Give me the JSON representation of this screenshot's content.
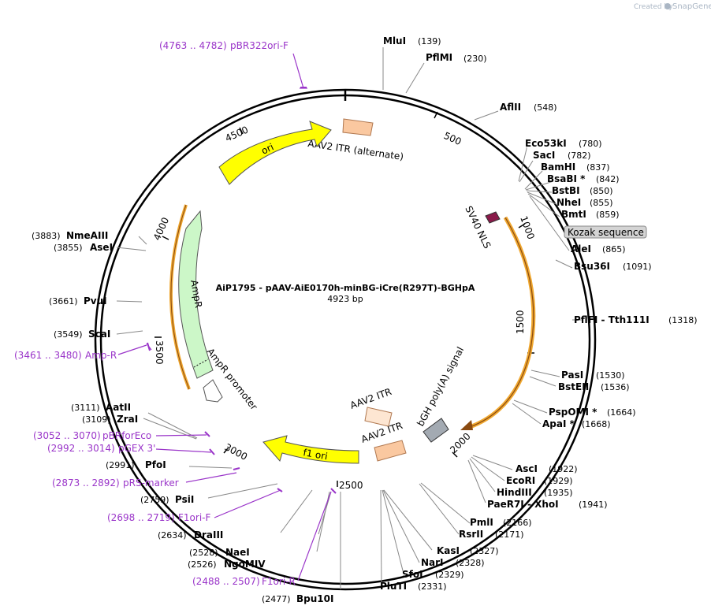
{
  "credit": {
    "prefix": "Created by",
    "app": "SnapGene"
  },
  "plasmid": {
    "name": "AiP1795 - pAAV-AiE0170h-minBG-iCre(R297T)-BGHpA",
    "length": "4923 bp",
    "length_bp": 4923
  },
  "ticks": [
    "500",
    "1000",
    "1500",
    "2000",
    "2500",
    "3000",
    "3500",
    "4000",
    "4500"
  ],
  "sites": [
    {
      "name": "MluI",
      "pos": "(139)"
    },
    {
      "name": "PflMI",
      "pos": "(230)"
    },
    {
      "name": "AflII",
      "pos": "(548)"
    },
    {
      "name": "Eco53kI",
      "pos": "(780)"
    },
    {
      "name": "SacI",
      "pos": "(782)"
    },
    {
      "name": "BamHI",
      "pos": "(837)"
    },
    {
      "name": "BsaBI *",
      "pos": "(842)"
    },
    {
      "name": "BstBI",
      "pos": "(850)"
    },
    {
      "name": "NheI",
      "pos": "(855)"
    },
    {
      "name": "BmtI",
      "pos": "(859)"
    },
    {
      "name": "AleI",
      "pos": "(865)"
    },
    {
      "name": "Bsu36I",
      "pos": "(1091)"
    },
    {
      "name": "PflFI - Tth111I",
      "pos": "(1318)"
    },
    {
      "name": "PasI",
      "pos": "(1530)"
    },
    {
      "name": "BstEII",
      "pos": "(1536)"
    },
    {
      "name": "PspOMI *",
      "pos": "(1664)"
    },
    {
      "name": "ApaI *",
      "pos": "(1668)"
    },
    {
      "name": "AscI",
      "pos": "(1922)"
    },
    {
      "name": "EcoRI",
      "pos": "(1929)"
    },
    {
      "name": "HindIII",
      "pos": "(1935)"
    },
    {
      "name": "PaeR7I - XhoI",
      "pos": "(1941)"
    },
    {
      "name": "PmlI",
      "pos": "(2166)"
    },
    {
      "name": "RsrII",
      "pos": "(2171)"
    },
    {
      "name": "KasI",
      "pos": "(2327)"
    },
    {
      "name": "NarI",
      "pos": "(2328)"
    },
    {
      "name": "SfoI",
      "pos": "(2329)"
    },
    {
      "name": "PluTI",
      "pos": "(2331)"
    },
    {
      "name": "Bpu10I",
      "pos": "(2477)"
    },
    {
      "name": "NgoMIV",
      "pos": "(2526)"
    },
    {
      "name": "NaeI",
      "pos": "(2528)"
    },
    {
      "name": "DraIII",
      "pos": "(2634)"
    },
    {
      "name": "PsiI",
      "pos": "(2759)"
    },
    {
      "name": "PfoI",
      "pos": "(2991)"
    },
    {
      "name": "ZraI",
      "pos": "(3109)"
    },
    {
      "name": "AatII",
      "pos": "(3111)"
    },
    {
      "name": "ScaI",
      "pos": "(3549)"
    },
    {
      "name": "PvuI",
      "pos": "(3661)"
    },
    {
      "name": "AseI",
      "pos": "(3855)"
    },
    {
      "name": "NmeAIII",
      "pos": "(3883)"
    }
  ],
  "primers": [
    {
      "range": "(4763 .. 4782)",
      "name": "pBR322ori-F"
    },
    {
      "range": "(3461 .. 3480)",
      "name": "Amp-R"
    },
    {
      "range": "(3052 .. 3070)",
      "name": "pBRforEco"
    },
    {
      "range": "(2992 .. 3014)",
      "name": "pGEX 3'"
    },
    {
      "range": "(2873 .. 2892)",
      "name": "pRS-marker"
    },
    {
      "range": "(2698 .. 2719)",
      "name": "F1ori-F"
    },
    {
      "range": "(2488 .. 2507)",
      "name": "F1ori-R"
    }
  ],
  "features": {
    "itr_alt": "AAV2 ITR (alternate)",
    "ori": "ori",
    "sv40": "SV40 NLS",
    "kozak": "Kozak sequence",
    "bgh": "bGH poly(A) signal",
    "itr1": "AAV2 ITR",
    "itr2": "AAV2 ITR",
    "f1": "f1 ori",
    "ampr": "AmpR",
    "ampr_promoter": "AmpR promoter"
  },
  "colors": {
    "primer": "#9a35c9",
    "ori": "#ffff00",
    "itr": "#fac8a0",
    "ampr": "#ccf7c8",
    "polyA": "#a3aab2",
    "nls": "#8a1a4a",
    "cds_outline": "#f0a830"
  }
}
